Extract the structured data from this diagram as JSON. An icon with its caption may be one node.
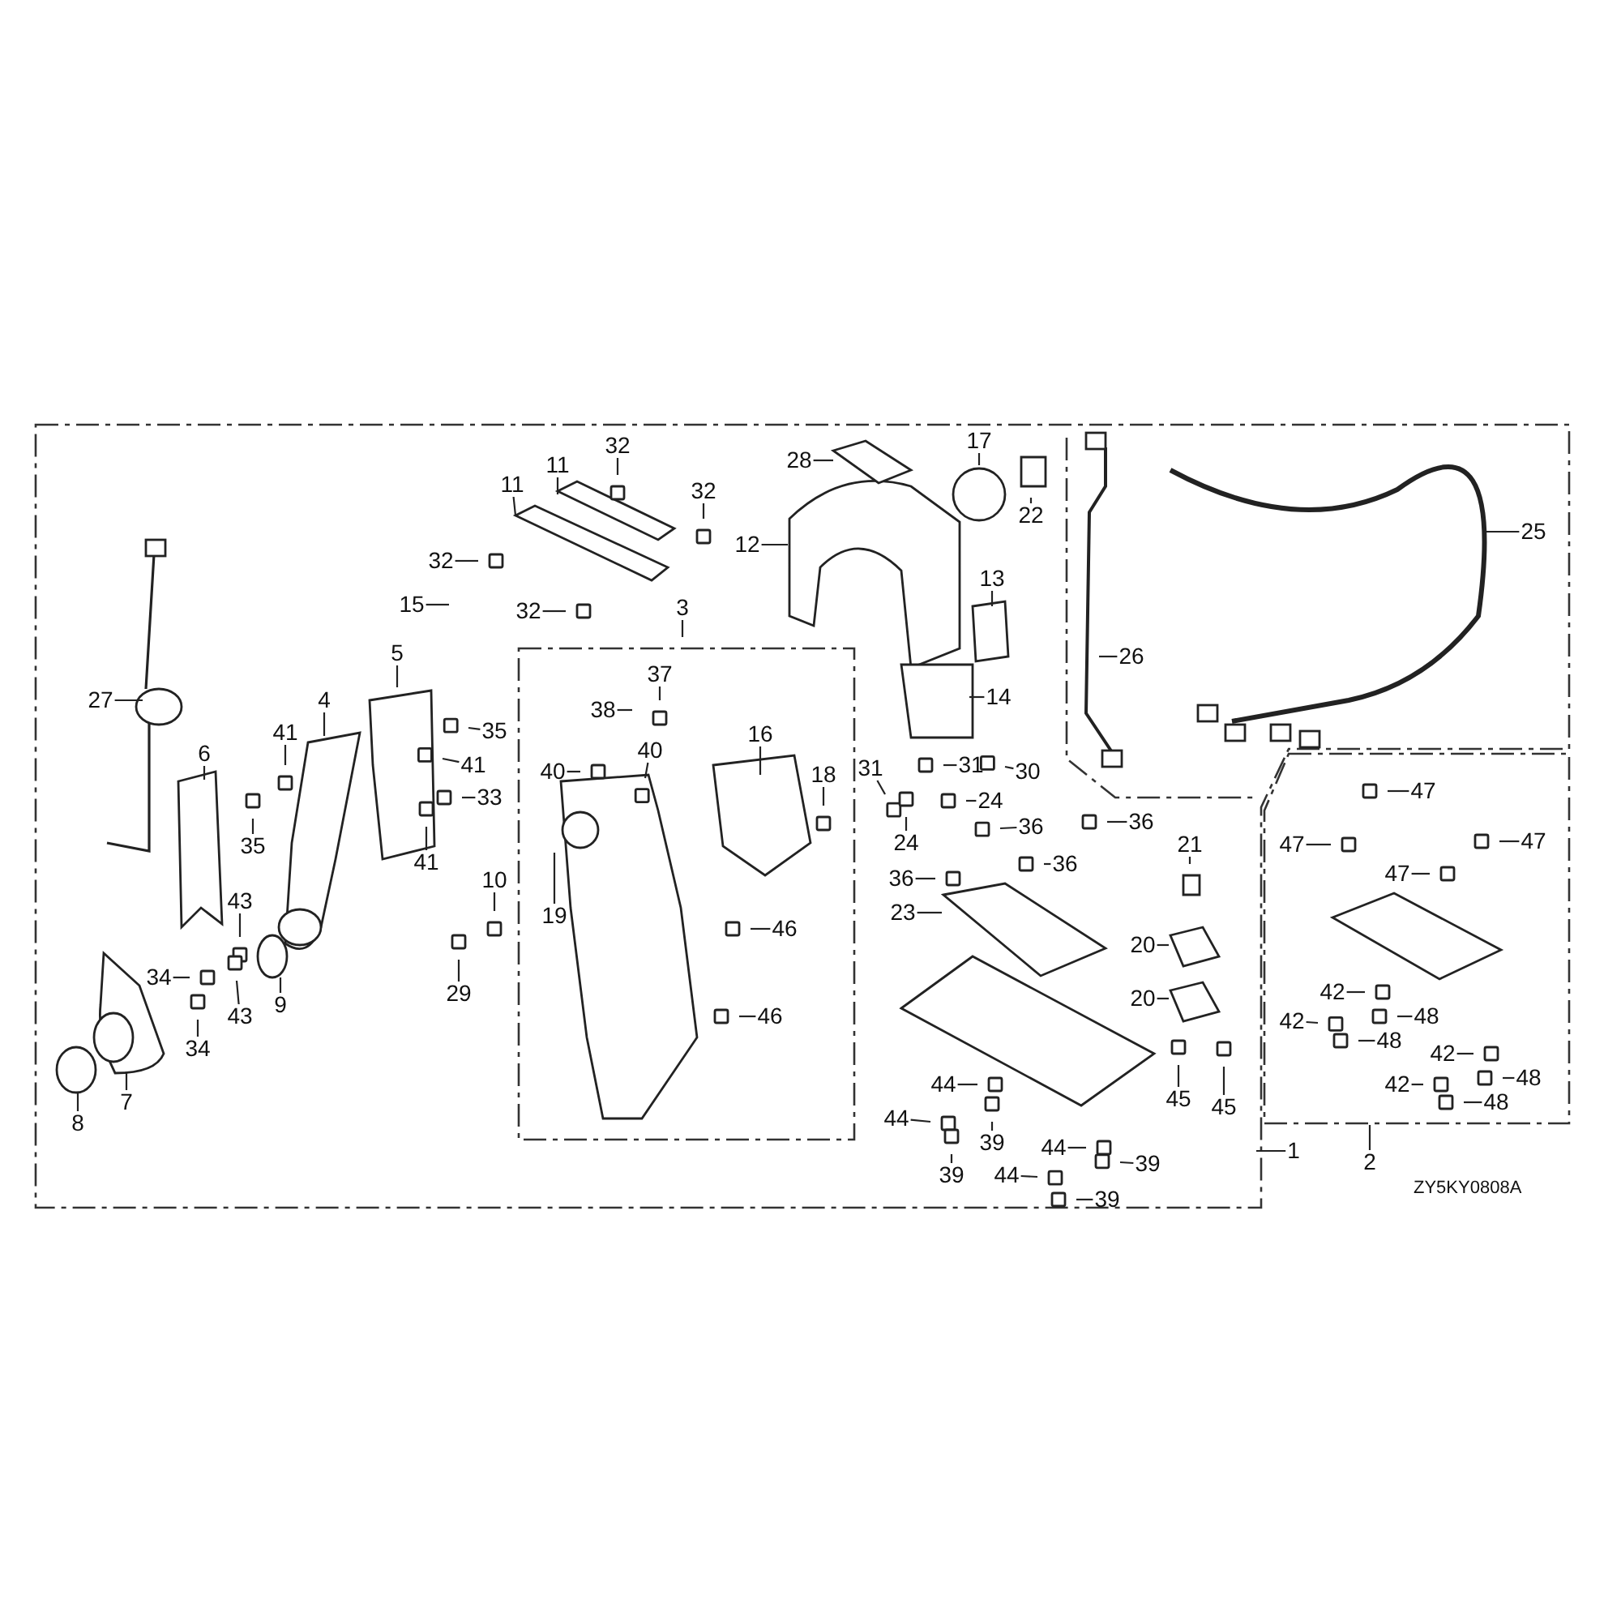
{
  "diagram": {
    "nodes": [
      {
        "text": [
          "32"
        ]
      },
      {
        "text": [
          "28"
        ]
      },
      {
        "text": [
          "17"
        ]
      },
      {
        "text": [
          "11"
        ]
      },
      {
        "text": [
          "11"
        ]
      },
      {
        "text": [
          "32"
        ]
      },
      {
        "text": [
          "22"
        ]
      },
      {
        "text": [
          "12"
        ]
      },
      {
        "text": [
          "32"
        ]
      },
      {
        "text": [
          "25"
        ]
      },
      {
        "text": [
          "13"
        ]
      },
      {
        "text": [
          "15"
        ]
      },
      {
        "text": [
          "32"
        ]
      },
      {
        "text": [
          "3"
        ]
      },
      {
        "text": [
          "5"
        ]
      },
      {
        "text": [
          "26"
        ]
      },
      {
        "text": [
          "37"
        ]
      },
      {
        "text": [
          "38"
        ]
      },
      {
        "text": [
          "27"
        ]
      },
      {
        "text": [
          "4"
        ]
      },
      {
        "text": [
          "14"
        ]
      },
      {
        "text": [
          "41"
        ]
      },
      {
        "text": [
          "35"
        ]
      },
      {
        "text": [
          "41"
        ]
      },
      {
        "text": [
          "40"
        ]
      },
      {
        "text": [
          "40"
        ]
      },
      {
        "text": [
          "16"
        ]
      },
      {
        "text": [
          "6"
        ]
      },
      {
        "text": [
          "31"
        ]
      },
      {
        "text": [
          "18"
        ]
      },
      {
        "text": [
          "30"
        ]
      },
      {
        "text": [
          "31"
        ]
      },
      {
        "text": [
          "33"
        ]
      },
      {
        "text": [
          "47"
        ]
      },
      {
        "text": [
          "24"
        ]
      },
      {
        "text": [
          "35"
        ]
      },
      {
        "text": [
          "41"
        ]
      },
      {
        "text": [
          "24"
        ]
      },
      {
        "text": [
          "36"
        ]
      },
      {
        "text": [
          "36"
        ]
      },
      {
        "text": [
          "47"
        ]
      },
      {
        "text": [
          "47"
        ]
      },
      {
        "text": [
          "21"
        ]
      },
      {
        "text": [
          "36"
        ]
      },
      {
        "text": [
          "36"
        ]
      },
      {
        "text": [
          "47"
        ]
      },
      {
        "text": [
          "10"
        ]
      },
      {
        "text": [
          "43"
        ]
      },
      {
        "text": [
          "19"
        ]
      },
      {
        "text": [
          "23"
        ]
      },
      {
        "text": [
          "46"
        ]
      },
      {
        "text": [
          "20"
        ]
      },
      {
        "text": [
          "34"
        ]
      },
      {
        "text": [
          "29"
        ]
      },
      {
        "text": [
          "43"
        ]
      },
      {
        "text": [
          "9"
        ]
      },
      {
        "text": [
          "20"
        ]
      },
      {
        "text": [
          "42"
        ]
      },
      {
        "text": [
          "42"
        ]
      },
      {
        "text": [
          "48"
        ]
      },
      {
        "text": [
          "46"
        ]
      },
      {
        "text": [
          "34"
        ]
      },
      {
        "text": [
          "48"
        ]
      },
      {
        "text": [
          "42"
        ]
      },
      {
        "text": [
          "45"
        ]
      },
      {
        "text": [
          "44"
        ]
      },
      {
        "text": [
          "44"
        ]
      },
      {
        "text": [
          "42"
        ]
      },
      {
        "text": [
          "48"
        ]
      },
      {
        "text": [
          "45"
        ]
      },
      {
        "text": [
          "48"
        ]
      },
      {
        "text": [
          "7"
        ]
      },
      {
        "text": [
          "39"
        ]
      },
      {
        "text": [
          "8"
        ]
      },
      {
        "text": [
          "44"
        ]
      },
      {
        "text": [
          "39"
        ]
      },
      {
        "text": [
          "1"
        ]
      },
      {
        "text": [
          "2"
        ]
      },
      {
        "text": [
          "39"
        ]
      },
      {
        "text": [
          "44"
        ]
      },
      {
        "text": [
          "39"
        ]
      }
    ],
    "edges": [
      {
        "from": 0,
        "to": null,
        "arrow": "none"
      },
      {
        "from": 1,
        "to": null,
        "arrow": "none"
      },
      {
        "from": 2,
        "to": null,
        "arrow": "none"
      },
      {
        "from": 3,
        "to": null,
        "arrow": "none"
      },
      {
        "from": 4,
        "to": null,
        "arrow": "none"
      },
      {
        "from": 5,
        "to": null,
        "arrow": "none"
      },
      {
        "from": 6,
        "to": null,
        "arrow": "none"
      },
      {
        "from": 7,
        "to": null,
        "arrow": "none"
      },
      {
        "from": 8,
        "to": null,
        "arrow": "none"
      },
      {
        "from": 9,
        "to": null,
        "arrow": "none"
      },
      {
        "from": 10,
        "to": null,
        "arrow": "none"
      },
      {
        "from": 11,
        "to": null,
        "arrow": "none"
      },
      {
        "from": 12,
        "to": null,
        "arrow": "none"
      },
      {
        "from": 13,
        "to": null,
        "arrow": "none"
      },
      {
        "from": 14,
        "to": null,
        "arrow": "none"
      },
      {
        "from": 15,
        "to": null,
        "arrow": "none"
      },
      {
        "from": 16,
        "to": null,
        "arrow": "none"
      },
      {
        "from": 17,
        "to": null,
        "arrow": "none"
      },
      {
        "from": 18,
        "to": null,
        "arrow": "none"
      },
      {
        "from": 19,
        "to": null,
        "arrow": "none"
      },
      {
        "from": 20,
        "to": null,
        "arrow": "none"
      },
      {
        "from": 21,
        "to": null,
        "arrow": "none"
      },
      {
        "from": 22,
        "to": null,
        "arrow": "none"
      },
      {
        "from": 23,
        "to": null,
        "arrow": "none"
      },
      {
        "from": 24,
        "to": null,
        "arrow": "none"
      },
      {
        "from": 25,
        "to": null,
        "arrow": "none"
      },
      {
        "from": 26,
        "to": null,
        "arrow": "none"
      },
      {
        "from": 27,
        "to": null,
        "arrow": "none"
      },
      {
        "from": 28,
        "to": null,
        "arrow": "none"
      },
      {
        "from": 29,
        "to": null,
        "arrow": "none"
      },
      {
        "from": 30,
        "to": null,
        "arrow": "none"
      },
      {
        "from": 31,
        "to": null,
        "arrow": "none"
      },
      {
        "from": 32,
        "to": null,
        "arrow": "none"
      },
      {
        "from": 33,
        "to": null,
        "arrow": "none"
      },
      {
        "from": 34,
        "to": null,
        "arrow": "none"
      },
      {
        "from": 35,
        "to": null,
        "arrow": "none"
      },
      {
        "from": 36,
        "to": null,
        "arrow": "none"
      },
      {
        "from": 37,
        "to": null,
        "arrow": "none"
      },
      {
        "from": 38,
        "to": null,
        "arrow": "none"
      },
      {
        "from": 39,
        "to": null,
        "arrow": "none"
      },
      {
        "from": 40,
        "to": null,
        "arrow": "none"
      },
      {
        "from": 41,
        "to": null,
        "arrow": "none"
      },
      {
        "from": 42,
        "to": null,
        "arrow": "none"
      },
      {
        "from": 43,
        "to": null,
        "arrow": "none"
      },
      {
        "from": 44,
        "to": null,
        "arrow": "none"
      },
      {
        "from": 45,
        "to": null,
        "arrow": "none"
      },
      {
        "from": 46,
        "to": null,
        "arrow": "none"
      },
      {
        "from": 47,
        "to": null,
        "arrow": "none"
      },
      {
        "from": 48,
        "to": null,
        "arrow": "none"
      },
      {
        "from": 49,
        "to": null,
        "arrow": "none"
      },
      {
        "from": 50,
        "to": null,
        "arrow": "none"
      },
      {
        "from": 51,
        "to": null,
        "arrow": "none"
      },
      {
        "from": 52,
        "to": null,
        "arrow": "none"
      },
      {
        "from": 53,
        "to": null,
        "arrow": "none"
      },
      {
        "from": 54,
        "to": null,
        "arrow": "none"
      },
      {
        "from": 55,
        "to": null,
        "arrow": "none"
      },
      {
        "from": 56,
        "to": null,
        "arrow": "none"
      },
      {
        "from": 57,
        "to": null,
        "arrow": "none"
      },
      {
        "from": 58,
        "to": null,
        "arrow": "none"
      },
      {
        "from": 59,
        "to": null,
        "arrow": "none"
      },
      {
        "from": 60,
        "to": null,
        "arrow": "none"
      },
      {
        "from": 61,
        "to": null,
        "arrow": "none"
      },
      {
        "from": 62,
        "to": null,
        "arrow": "none"
      },
      {
        "from": 63,
        "to": null,
        "arrow": "none"
      },
      {
        "from": 64,
        "to": null,
        "arrow": "none"
      },
      {
        "from": 65,
        "to": null,
        "arrow": "none"
      },
      {
        "from": 66,
        "to": null,
        "arrow": "none"
      },
      {
        "from": 67,
        "to": null,
        "arrow": "none"
      },
      {
        "from": 68,
        "to": null,
        "arrow": "none"
      },
      {
        "from": 69,
        "to": null,
        "arrow": "none"
      },
      {
        "from": 70,
        "to": null,
        "arrow": "none"
      },
      {
        "from": 71,
        "to": null,
        "arrow": "none"
      },
      {
        "from": 72,
        "to": null,
        "arrow": "none"
      },
      {
        "from": 73,
        "to": null,
        "arrow": "none"
      },
      {
        "from": 74,
        "to": null,
        "arrow": "none"
      },
      {
        "from": 75,
        "to": null,
        "arrow": "none"
      },
      {
        "from": 76,
        "to": null,
        "arrow": "none"
      },
      {
        "from": 77,
        "to": null,
        "arrow": "none"
      },
      {
        "from": 78,
        "to": null,
        "arrow": "none"
      },
      {
        "from": 79,
        "to": null,
        "arrow": "none"
      },
      {
        "from": 80,
        "to": null,
        "arrow": "none"
      }
    ],
    "labels": [
      "ZY5KY0808A"
    ]
  }
}
